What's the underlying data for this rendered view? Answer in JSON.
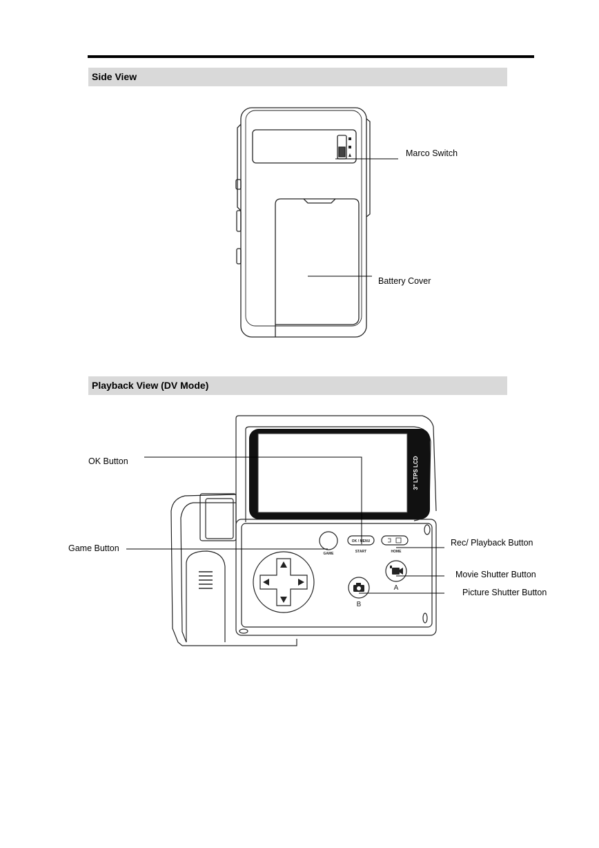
{
  "sections": {
    "side_view": {
      "title": "Side View"
    },
    "playback_view": {
      "title": "Playback View (DV Mode)"
    }
  },
  "callouts": {
    "marco_switch": "Marco Switch",
    "battery_cover": "Battery Cover",
    "ok_button": "OK Button",
    "game_button": "Game Button",
    "rec_playback_button": "Rec/ Playback Button",
    "movie_shutter_button": "Movie Shutter Button",
    "picture_shutter_button": "Picture Shutter Button"
  },
  "device_markings": {
    "lcd": "3\" LTPS LCD",
    "game": "GAME",
    "ok_menu": "OK / MENU",
    "start": "START",
    "home": "HOME",
    "a": "A",
    "b": "B"
  }
}
